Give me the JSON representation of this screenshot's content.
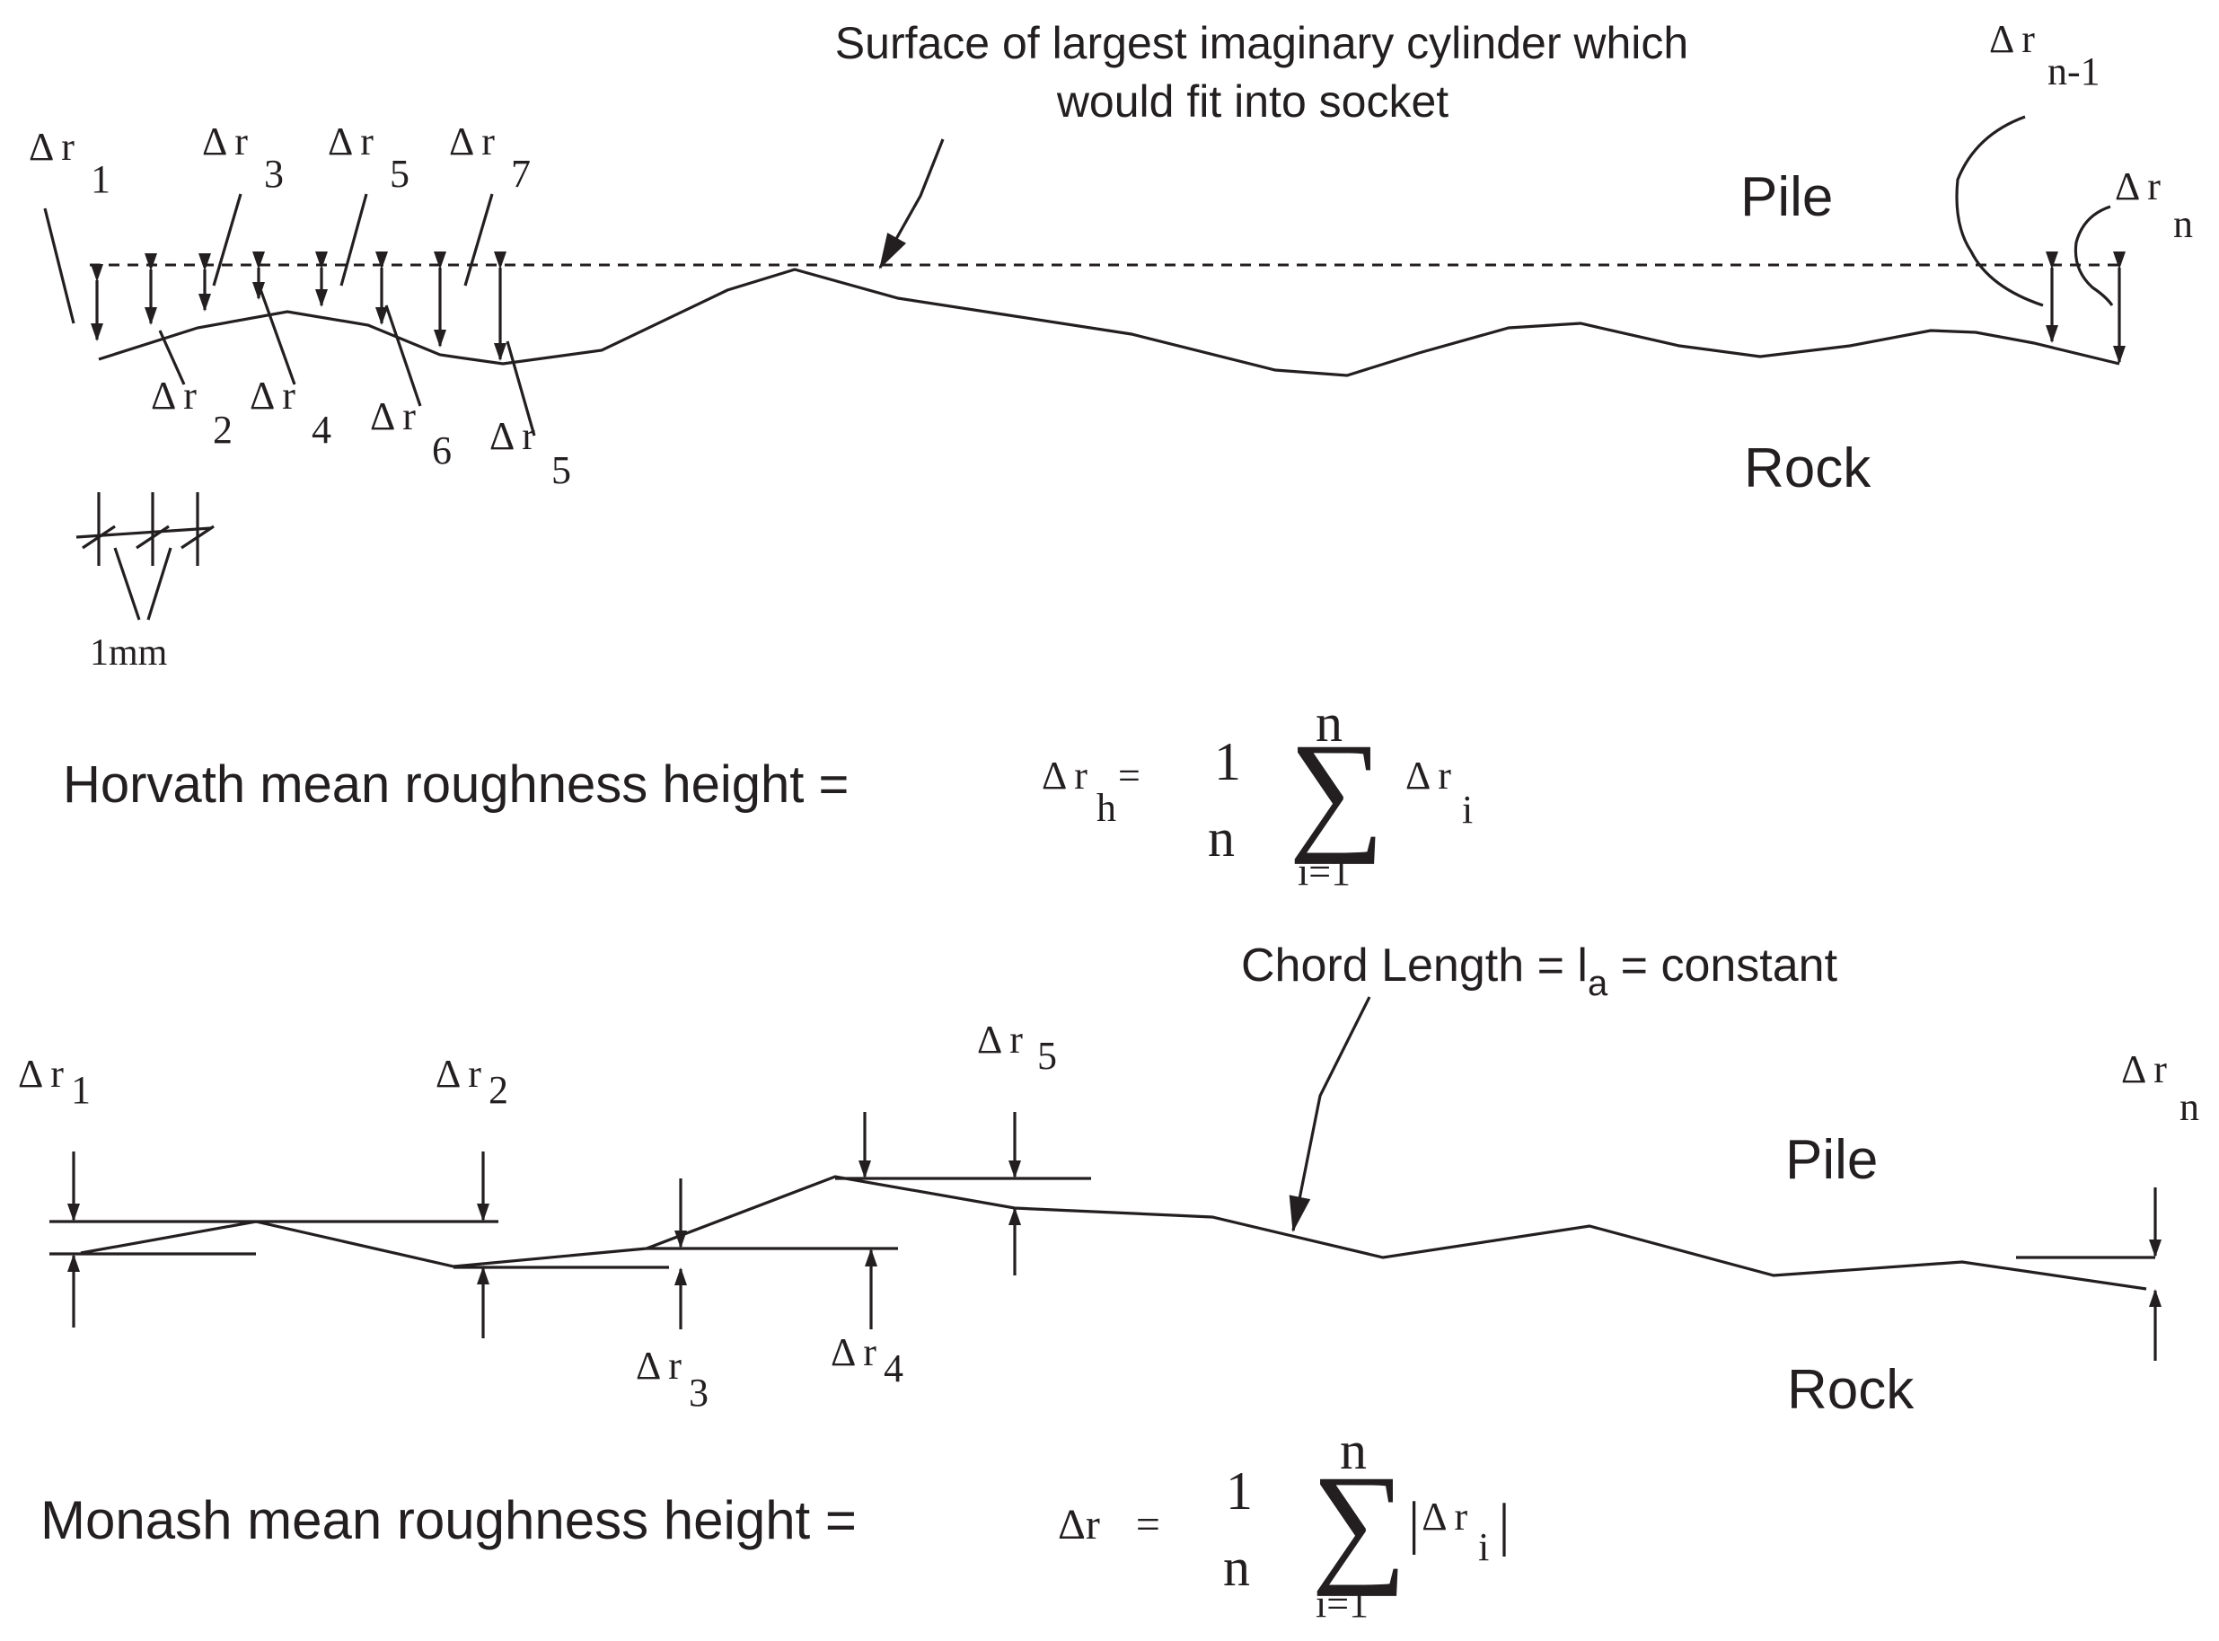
{
  "top": {
    "callout": "Surface of largest imaginary cylinder which",
    "callout2": "would fit into socket",
    "pile": "Pile",
    "rock": "Rock",
    "delta": "Δ",
    "r": "r",
    "subs_above": [
      "1",
      "3",
      "5",
      "7"
    ],
    "subs_below": [
      "2",
      "4",
      "6",
      "5"
    ],
    "sub_n1": "n-1",
    "sub_n": "n",
    "scale": "1mm"
  },
  "horvath": {
    "label": "Horvath mean roughness height =",
    "lhs_sub": "h",
    "eq": "=",
    "one": "1",
    "n": "n",
    "sum": "∑",
    "upper": "n",
    "lower": "i=1",
    "term_sub": "i"
  },
  "bottom": {
    "callout_pre": "Chord Length = l",
    "callout_sub": "a",
    "callout_post": " = constant",
    "pile": "Pile",
    "rock": "Rock",
    "delta": "Δ",
    "r": "r",
    "subs": [
      "1",
      "2",
      "3",
      "4",
      "5"
    ],
    "sub_n": "n"
  },
  "monash": {
    "label": "Monash mean roughness height =",
    "lhs": "Δr",
    "eq": "=",
    "one": "1",
    "n": "n",
    "sum": "∑",
    "upper": "n",
    "lower": "i=1",
    "bar": "|",
    "term_sub": "i"
  }
}
